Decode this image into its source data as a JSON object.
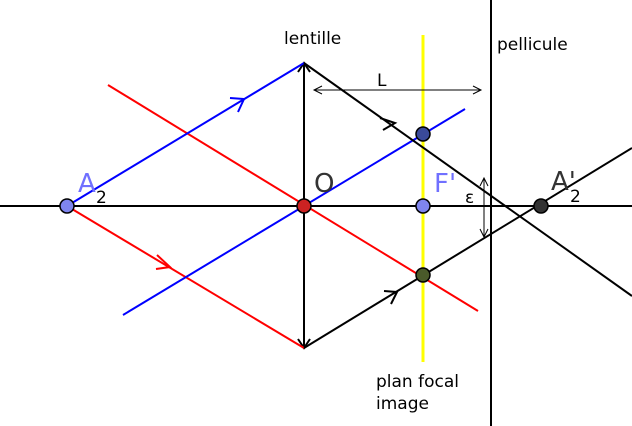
{
  "labels": {
    "lens": "lentille",
    "film": "pellicule",
    "L": "L",
    "epsilon": "ε",
    "focal_plane_line1": "plan focal",
    "focal_plane_line2": "image",
    "point_A2": "A",
    "point_A2_sub": "2",
    "point_O": "O",
    "point_F": "F'",
    "point_A2p": "A'",
    "point_A2p_sub": "2"
  },
  "colors": {
    "axis": "#000000",
    "ray_red": "#ff0000",
    "ray_blue": "#0000ff",
    "focal_plane": "#ffff00",
    "label_point_A2": "#7070ff",
    "label_point_F": "#7070ff",
    "label_point_O": "#333333",
    "label_point_A2p": "#333333",
    "point_blue_fill": "#7f85ee",
    "point_dark_fill": "#333333",
    "point_red_fill": "#cc2222",
    "point_olive_fill": "#4a5a2a"
  }
}
